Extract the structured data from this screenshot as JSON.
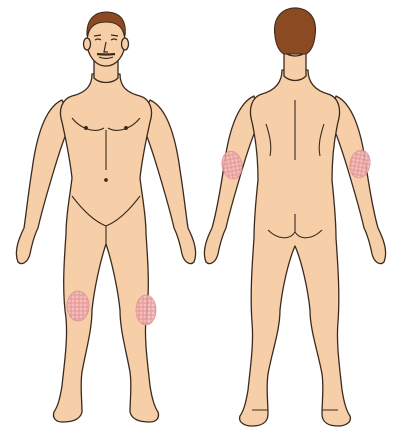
{
  "illustration": {
    "views": [
      {
        "name": "front",
        "lesion_sites": [
          "left-knee",
          "right-knee"
        ]
      },
      {
        "name": "back",
        "lesion_sites": [
          "left-elbow",
          "right-elbow"
        ]
      }
    ],
    "colors": {
      "skin": "#f6cfa8",
      "skin_shade": "#eab98f",
      "outline": "#3a2a1e",
      "hair": "#8b4a22",
      "lesion": "#e9a3a3",
      "lesion_border": "#d98b8f"
    }
  }
}
